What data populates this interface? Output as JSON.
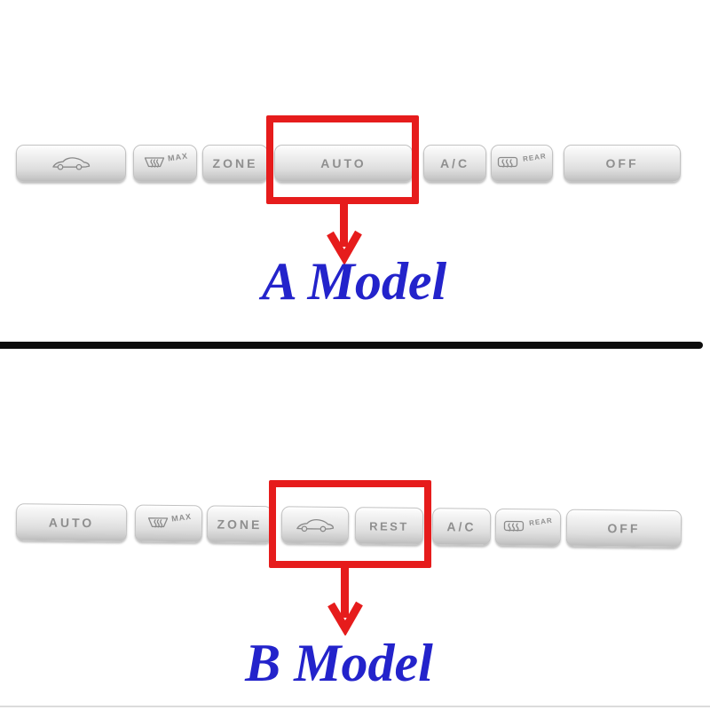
{
  "section_a": {
    "model_label": "A Model",
    "buttons": [
      {
        "name": "recirculation",
        "label": ""
      },
      {
        "name": "windshield-defrost-max",
        "label": "MAX"
      },
      {
        "name": "zone",
        "label": "ZONE"
      },
      {
        "name": "auto",
        "label": "AUTO",
        "highlighted": true
      },
      {
        "name": "ac",
        "label": "A/C"
      },
      {
        "name": "rear-defrost",
        "label": "REAR"
      },
      {
        "name": "off",
        "label": "OFF"
      }
    ]
  },
  "section_b": {
    "model_label": "B Model",
    "buttons": [
      {
        "name": "auto",
        "label": "AUTO"
      },
      {
        "name": "windshield-defrost-max",
        "label": "MAX"
      },
      {
        "name": "zone",
        "label": "ZONE"
      },
      {
        "name": "recirculation",
        "label": "",
        "highlighted": true
      },
      {
        "name": "rest",
        "label": "REST",
        "highlighted": true
      },
      {
        "name": "ac",
        "label": "A/C"
      },
      {
        "name": "rear-defrost",
        "label": "REAR"
      },
      {
        "name": "off",
        "label": "OFF"
      }
    ]
  },
  "colors": {
    "highlight_box_red": "#e61c1c",
    "model_text_blue": "#2323cb",
    "button_label_gray": "#8f8f8f",
    "divider_black": "#0d0d0d"
  }
}
